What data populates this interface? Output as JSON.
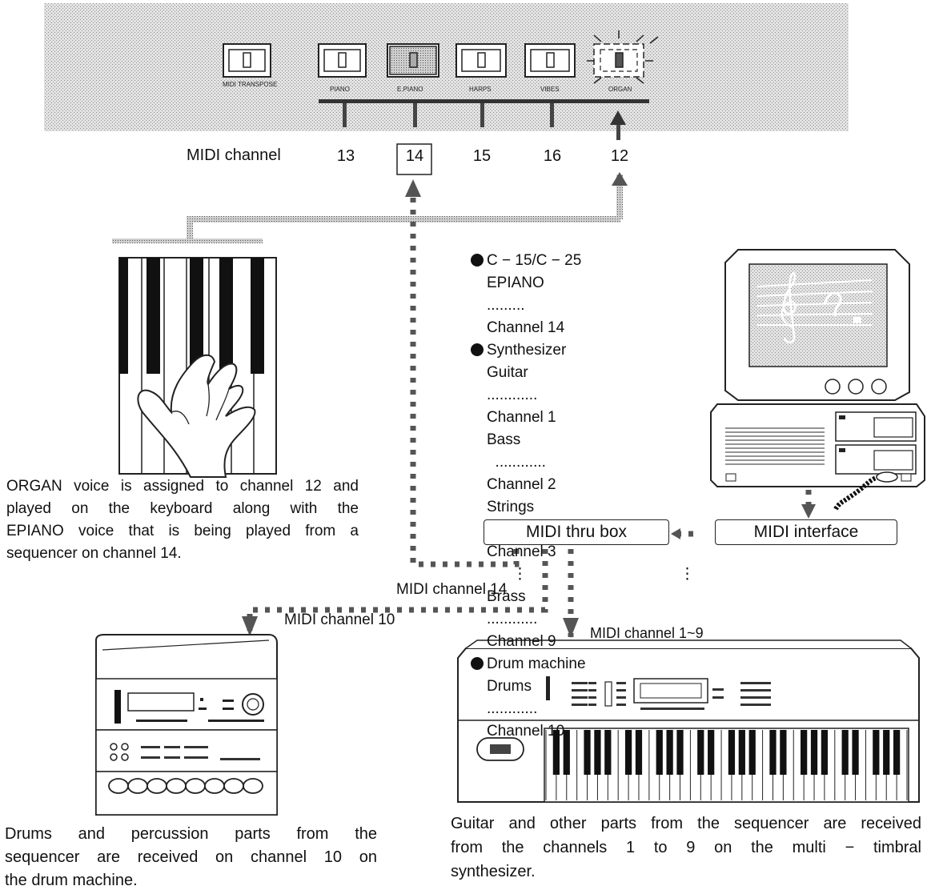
{
  "panel": {
    "buttons": [
      "MIDI TRANSPOSE",
      "PIANO",
      "E.PIANO",
      "HARPS",
      "VIBES",
      "ORGAN"
    ],
    "midi_channel_label": "MIDI channel",
    "channels": [
      "13",
      "14",
      "15",
      "16",
      "12"
    ]
  },
  "legend": {
    "group1": {
      "title": "C − 15/C − 25",
      "rows": [
        {
          "name": "EPIANO",
          "dots": " .........",
          "channel": "Channel 14"
        }
      ]
    },
    "group2": {
      "title": "Synthesizer",
      "rows": [
        {
          "name": "Guitar",
          "dots": " ............",
          "channel": "Channel 1"
        },
        {
          "name": "Bass",
          "dots": "  ............",
          "channel": "Channel 2"
        },
        {
          "name": "Strings",
          "dots": "  .........",
          "channel": "Channel 3"
        },
        {
          "name": "Brass",
          "dots": " ............",
          "channel": "Channel 9"
        }
      ]
    },
    "group3": {
      "title": "Drum machine",
      "rows": [
        {
          "name": "Drums",
          "dots": "............",
          "channel": "Channel 10"
        }
      ]
    }
  },
  "boxes": {
    "thru": "MIDI thru box",
    "interface": "MIDI interface"
  },
  "routes": {
    "ch14": "MIDI channel 14",
    "ch10": "MIDI channel 10",
    "ch19": "MIDI channel 1~9"
  },
  "captions": {
    "organ": [
      "ORGAN voice is assigned to channel 12 and",
      "played on the keyboard along with the",
      "EPIANO voice that is being played from a",
      "sequencer on channel 14."
    ],
    "drums": [
      "Drums and percussion parts from the",
      "sequencer are received on channel 10 on",
      "the drum machine."
    ],
    "synth": [
      "Guitar and other parts from the sequencer are received",
      "from the channels 1 to 9 on the multi − timbral",
      "synthesizer."
    ]
  }
}
